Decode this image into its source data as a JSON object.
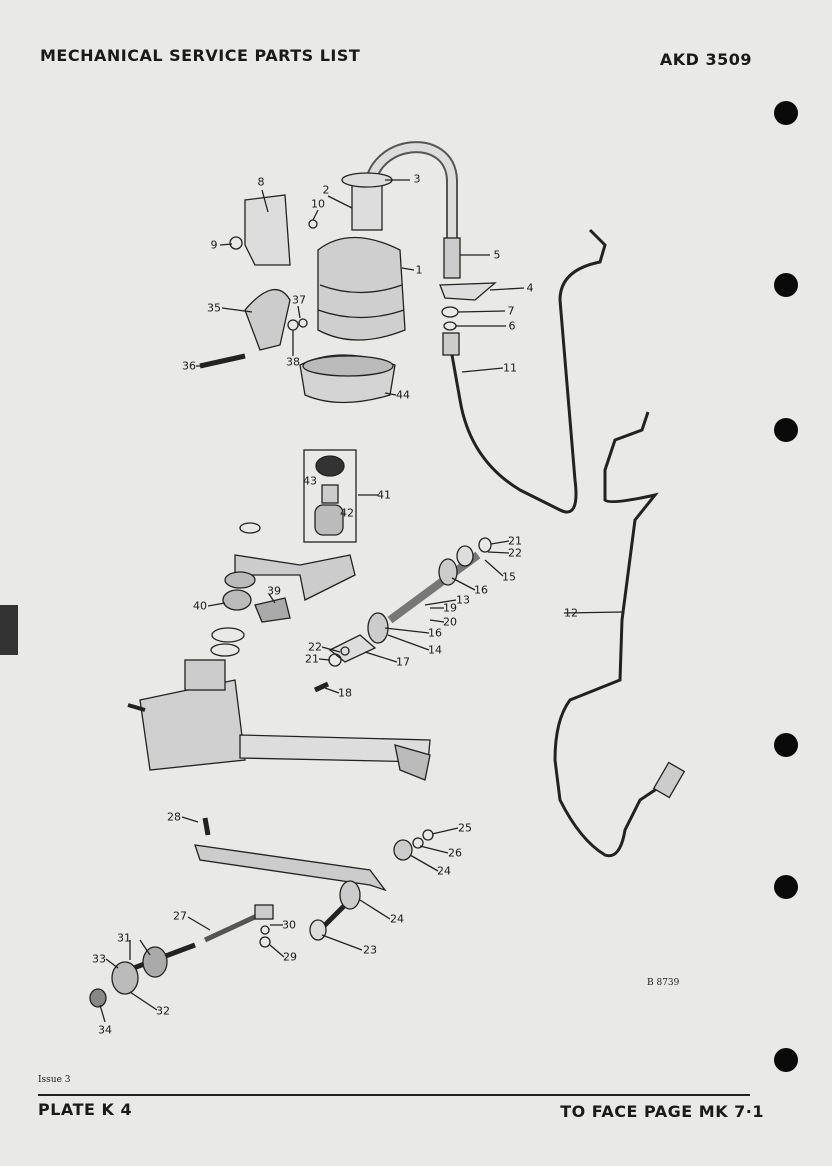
{
  "header": {
    "title": "MECHANICAL SERVICE PARTS LIST",
    "code": "AKD 3509"
  },
  "footer": {
    "issue": "Issue 3",
    "plate": "PLATE K 4",
    "face_page": "TO FACE PAGE MK 7·1"
  },
  "drawing_ref": "B 8739",
  "callouts": [
    "8",
    "2",
    "3",
    "10",
    "9",
    "1",
    "5",
    "4",
    "7",
    "6",
    "35",
    "37",
    "38",
    "36",
    "11",
    "44",
    "43",
    "41",
    "42",
    "21",
    "22",
    "15",
    "16",
    "13",
    "19",
    "20",
    "16",
    "14",
    "22",
    "21",
    "17",
    "18",
    "39",
    "40",
    "12",
    "28",
    "25",
    "26",
    "24",
    "24",
    "27",
    "30",
    "31",
    "23",
    "29",
    "33",
    "32",
    "34"
  ]
}
